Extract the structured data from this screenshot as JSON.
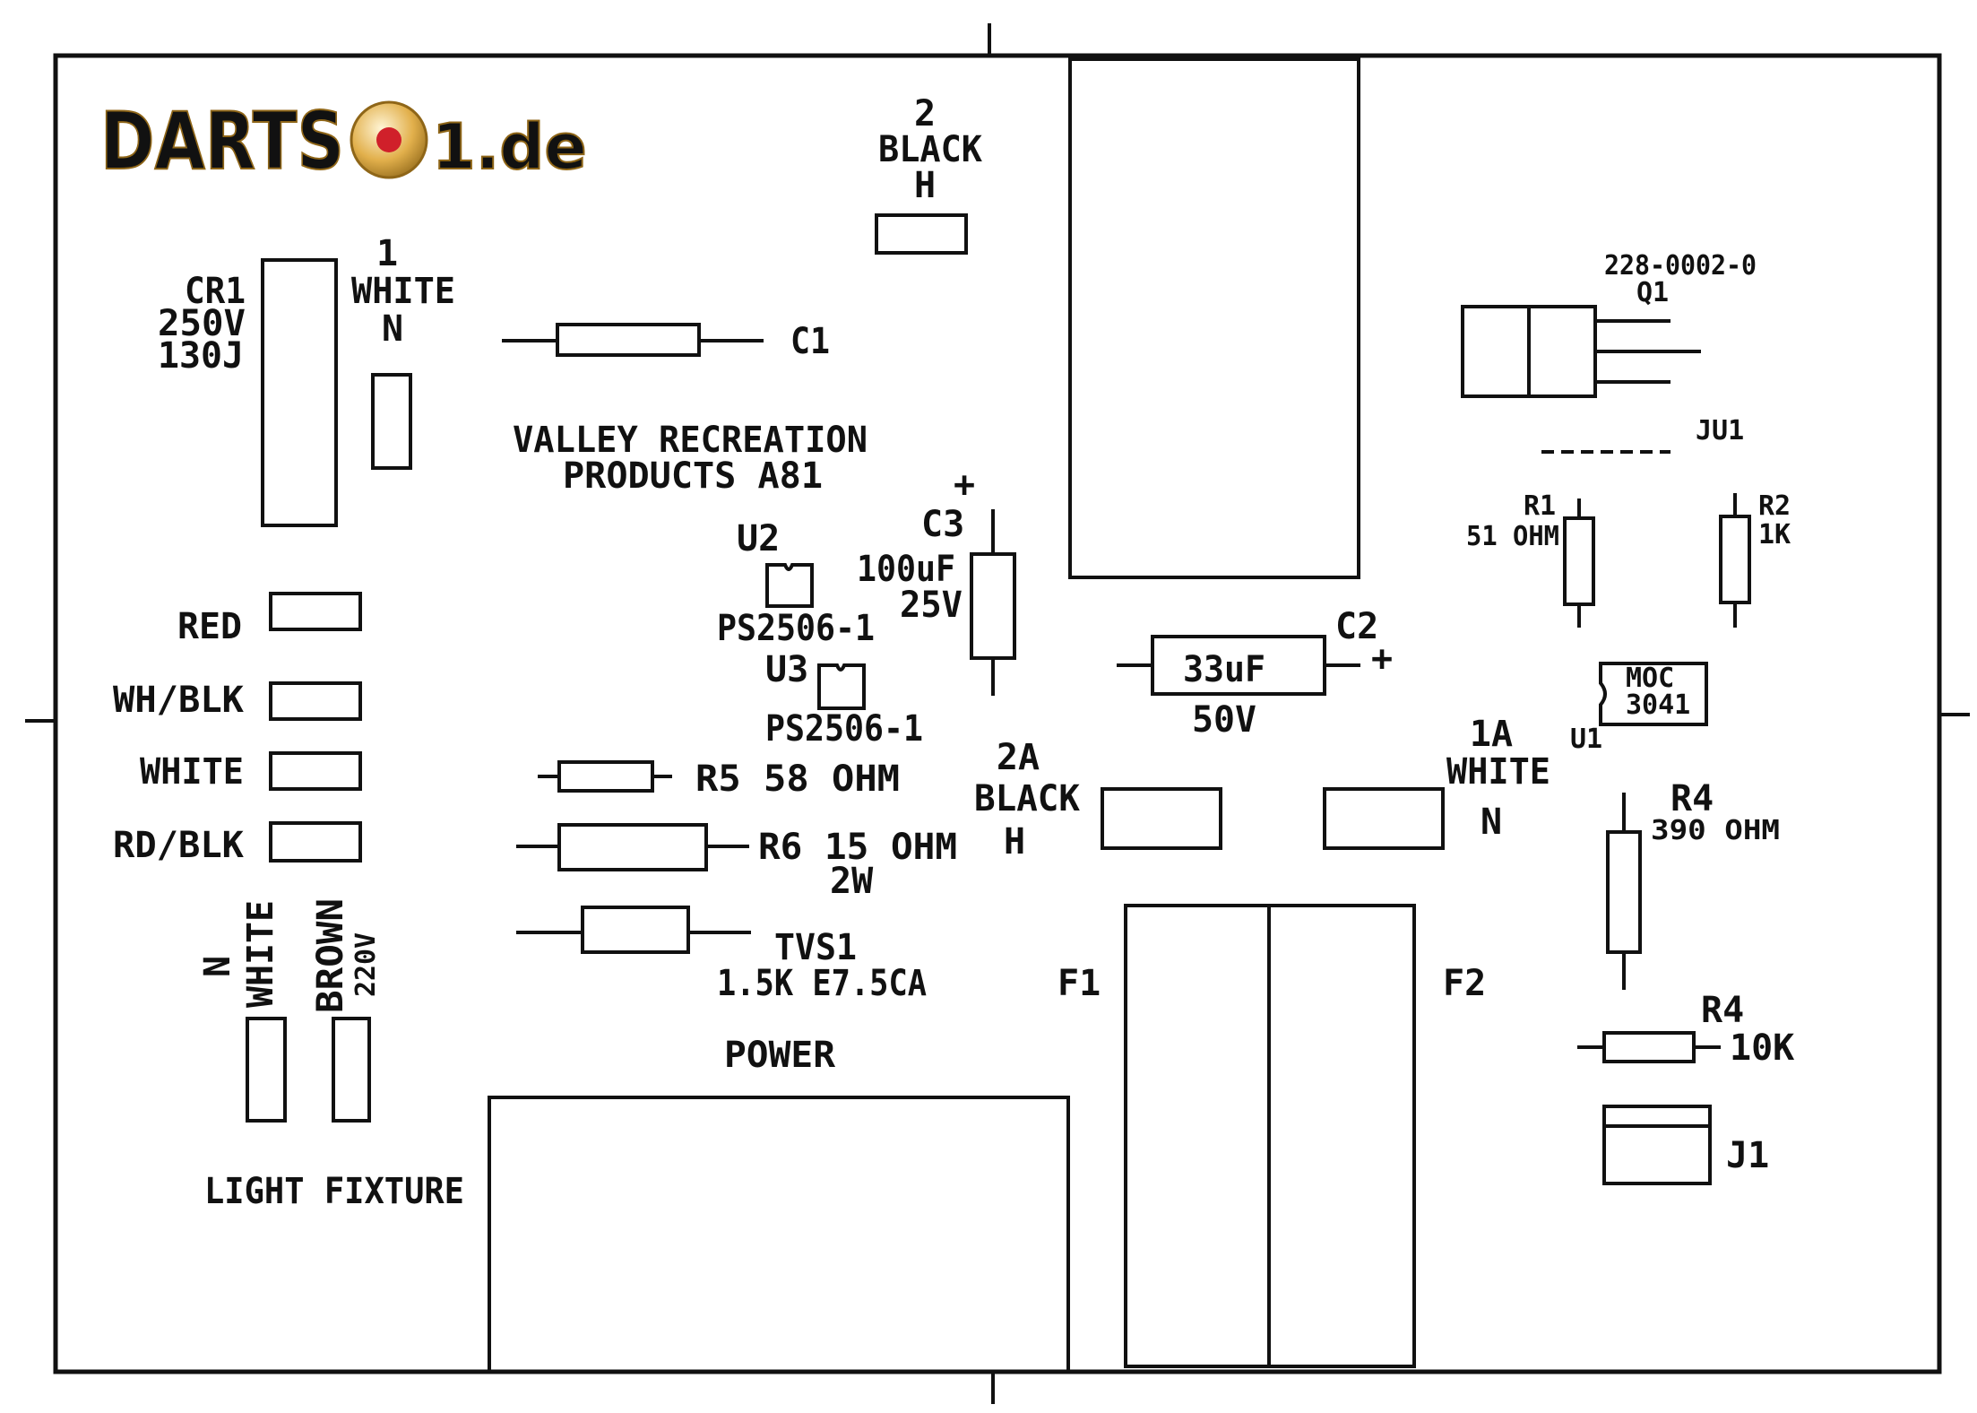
{
  "logo": {
    "text": "DARTS",
    "suffix": "1.de",
    "colors": {
      "gold": "#d9a93a",
      "dark_gold": "#9c7220",
      "red": "#d0202a"
    }
  },
  "diagram": {
    "line_color": "#111111",
    "background": "#ffffff"
  },
  "labels": {
    "company_1": "VALLEY RECREATION",
    "company_2": "PRODUCTS A81",
    "cr1": "CR1",
    "cr1_v": "250V",
    "cr1_j": "130J",
    "term1_num": "1",
    "term1_color": "WHITE",
    "term1_n": "N",
    "term2_num": "2",
    "term2_color": "BLACK",
    "term2_h": "H",
    "c1": "C1",
    "q1_part": "228-0002-0",
    "q1": "Q1",
    "ju1": "JU1",
    "r1": "R1",
    "r1_val": "51 OHM",
    "r2": "R2",
    "r2_val": "1K",
    "u2": "U2",
    "u2_part": "PS2506-1",
    "u3": "U3",
    "u3_part": "PS2506-1",
    "c3": "C3",
    "c3_plus": "+",
    "c3_val": "100uF",
    "c3_v": "25V",
    "c2": "C2",
    "c2_plus": "+",
    "c2_val": "33uF",
    "c2_v": "50V",
    "moc_1": "MOC",
    "moc_2": "3041",
    "u1": "U1",
    "red": "RED",
    "wh_blk": "WH/BLK",
    "white": "WHITE",
    "rd_blk": "RD/BLK",
    "r5": "R5 58 OHM",
    "r6": "R6 15 OHM",
    "r6_w": "2W",
    "term2a_num": "2A",
    "term2a_color": "BLACK",
    "term2a_h": "H",
    "term1a_num": "1A",
    "term1a_color": "WHITE",
    "term1a_n": "N",
    "r4a": "R4",
    "r4a_val": "390 OHM",
    "tvs1": "TVS1",
    "tvs1_val": "1.5K E7.5CA",
    "f1": "F1",
    "f2": "F2",
    "r4b": "R4",
    "r4b_val": "10K",
    "j1": "J1",
    "power": "POWER",
    "n_white_n": "N",
    "n_white": "WHITE",
    "brown": "BROWN",
    "brown_v": "220V",
    "light_fixture": "LIGHT FIXTURE"
  }
}
